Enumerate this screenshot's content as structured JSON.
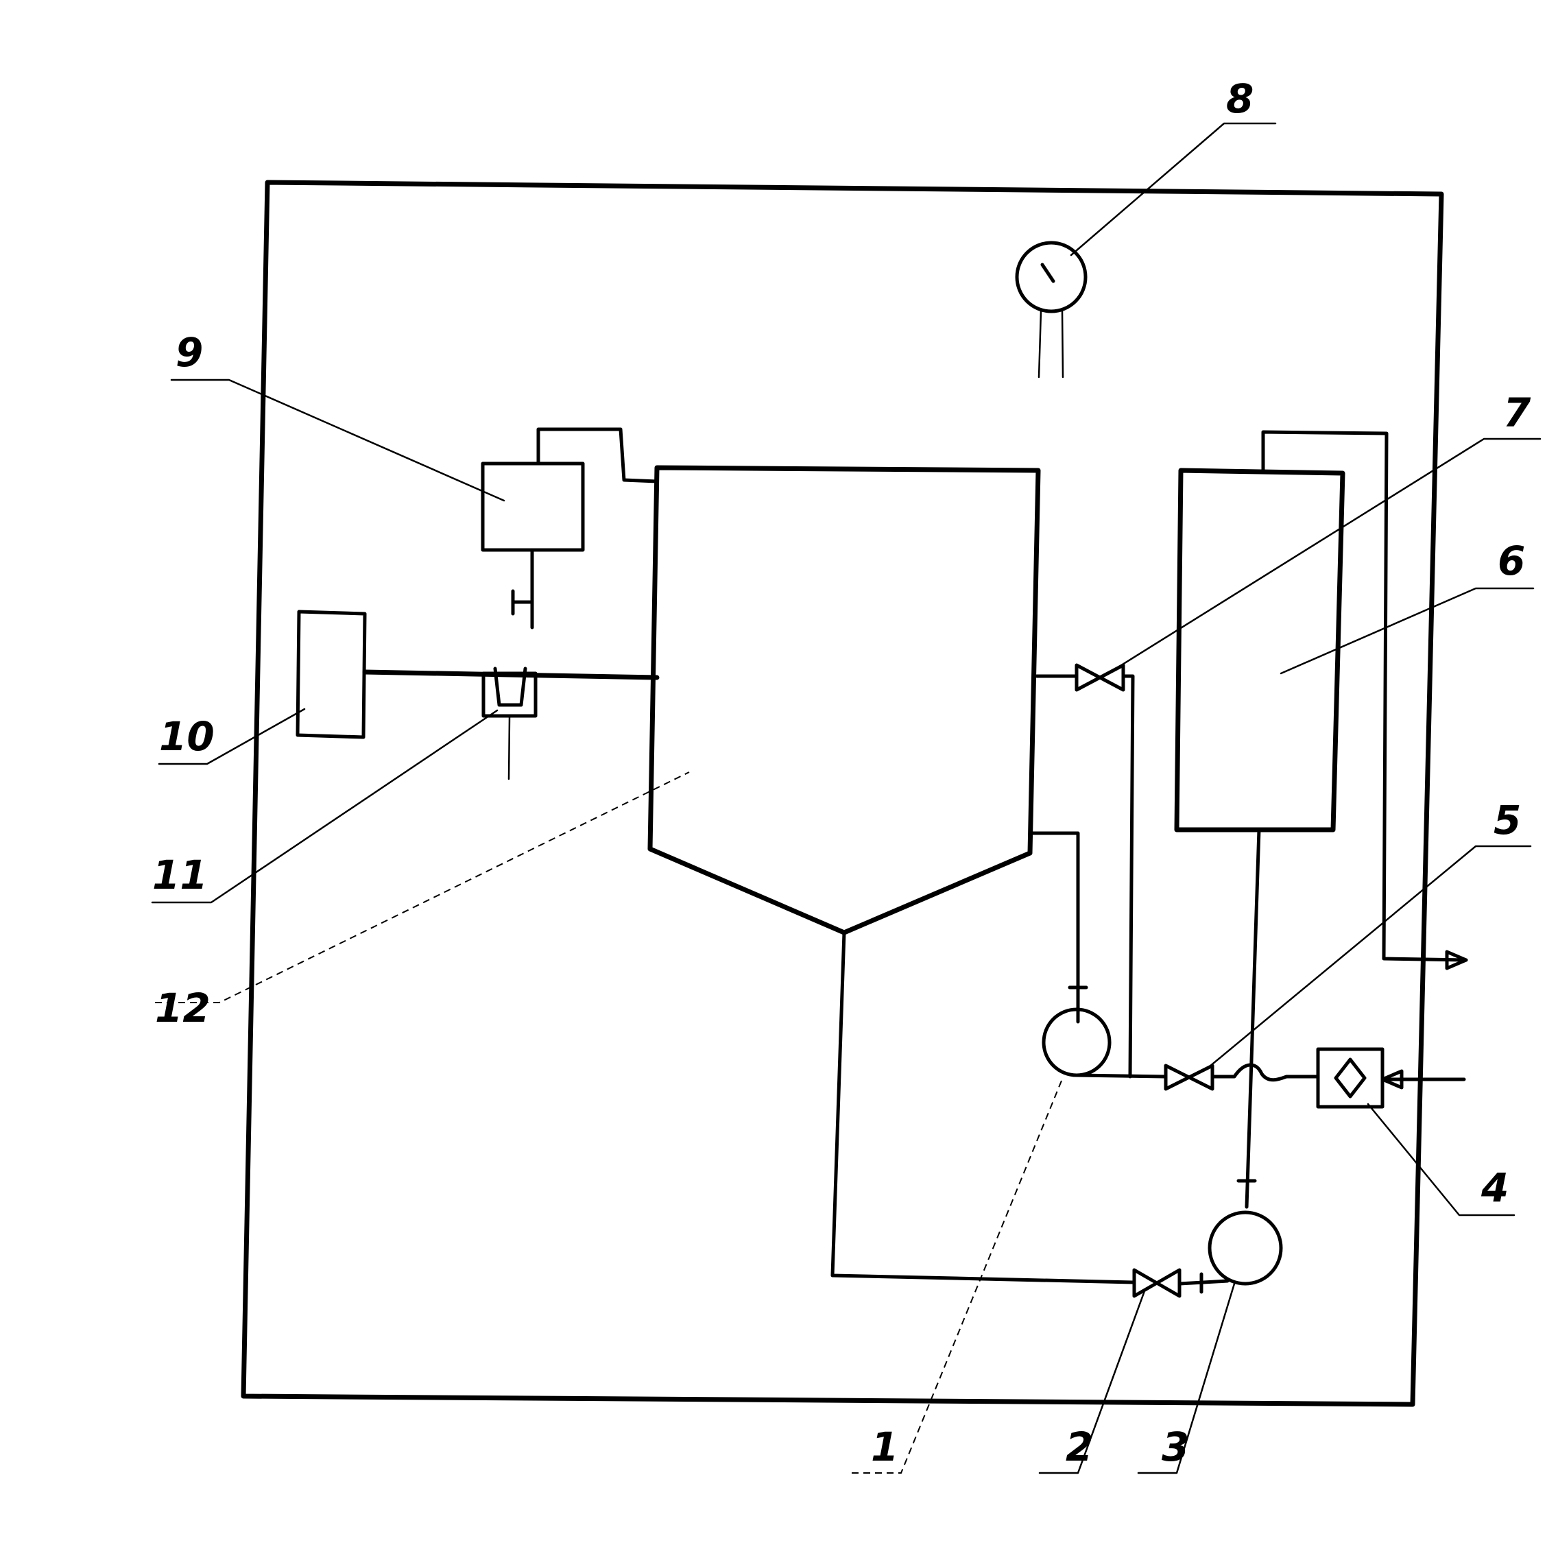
{
  "labels": {
    "l1": "1",
    "l2": "2",
    "l3": "3",
    "l4": "4",
    "l5": "5",
    "l6": "6",
    "l7": "7",
    "l8": "8",
    "l9": "9",
    "l10": "10",
    "l11": "11",
    "l12": "12"
  },
  "colors": {
    "ink": "#000000",
    "paper": "#ffffff"
  }
}
